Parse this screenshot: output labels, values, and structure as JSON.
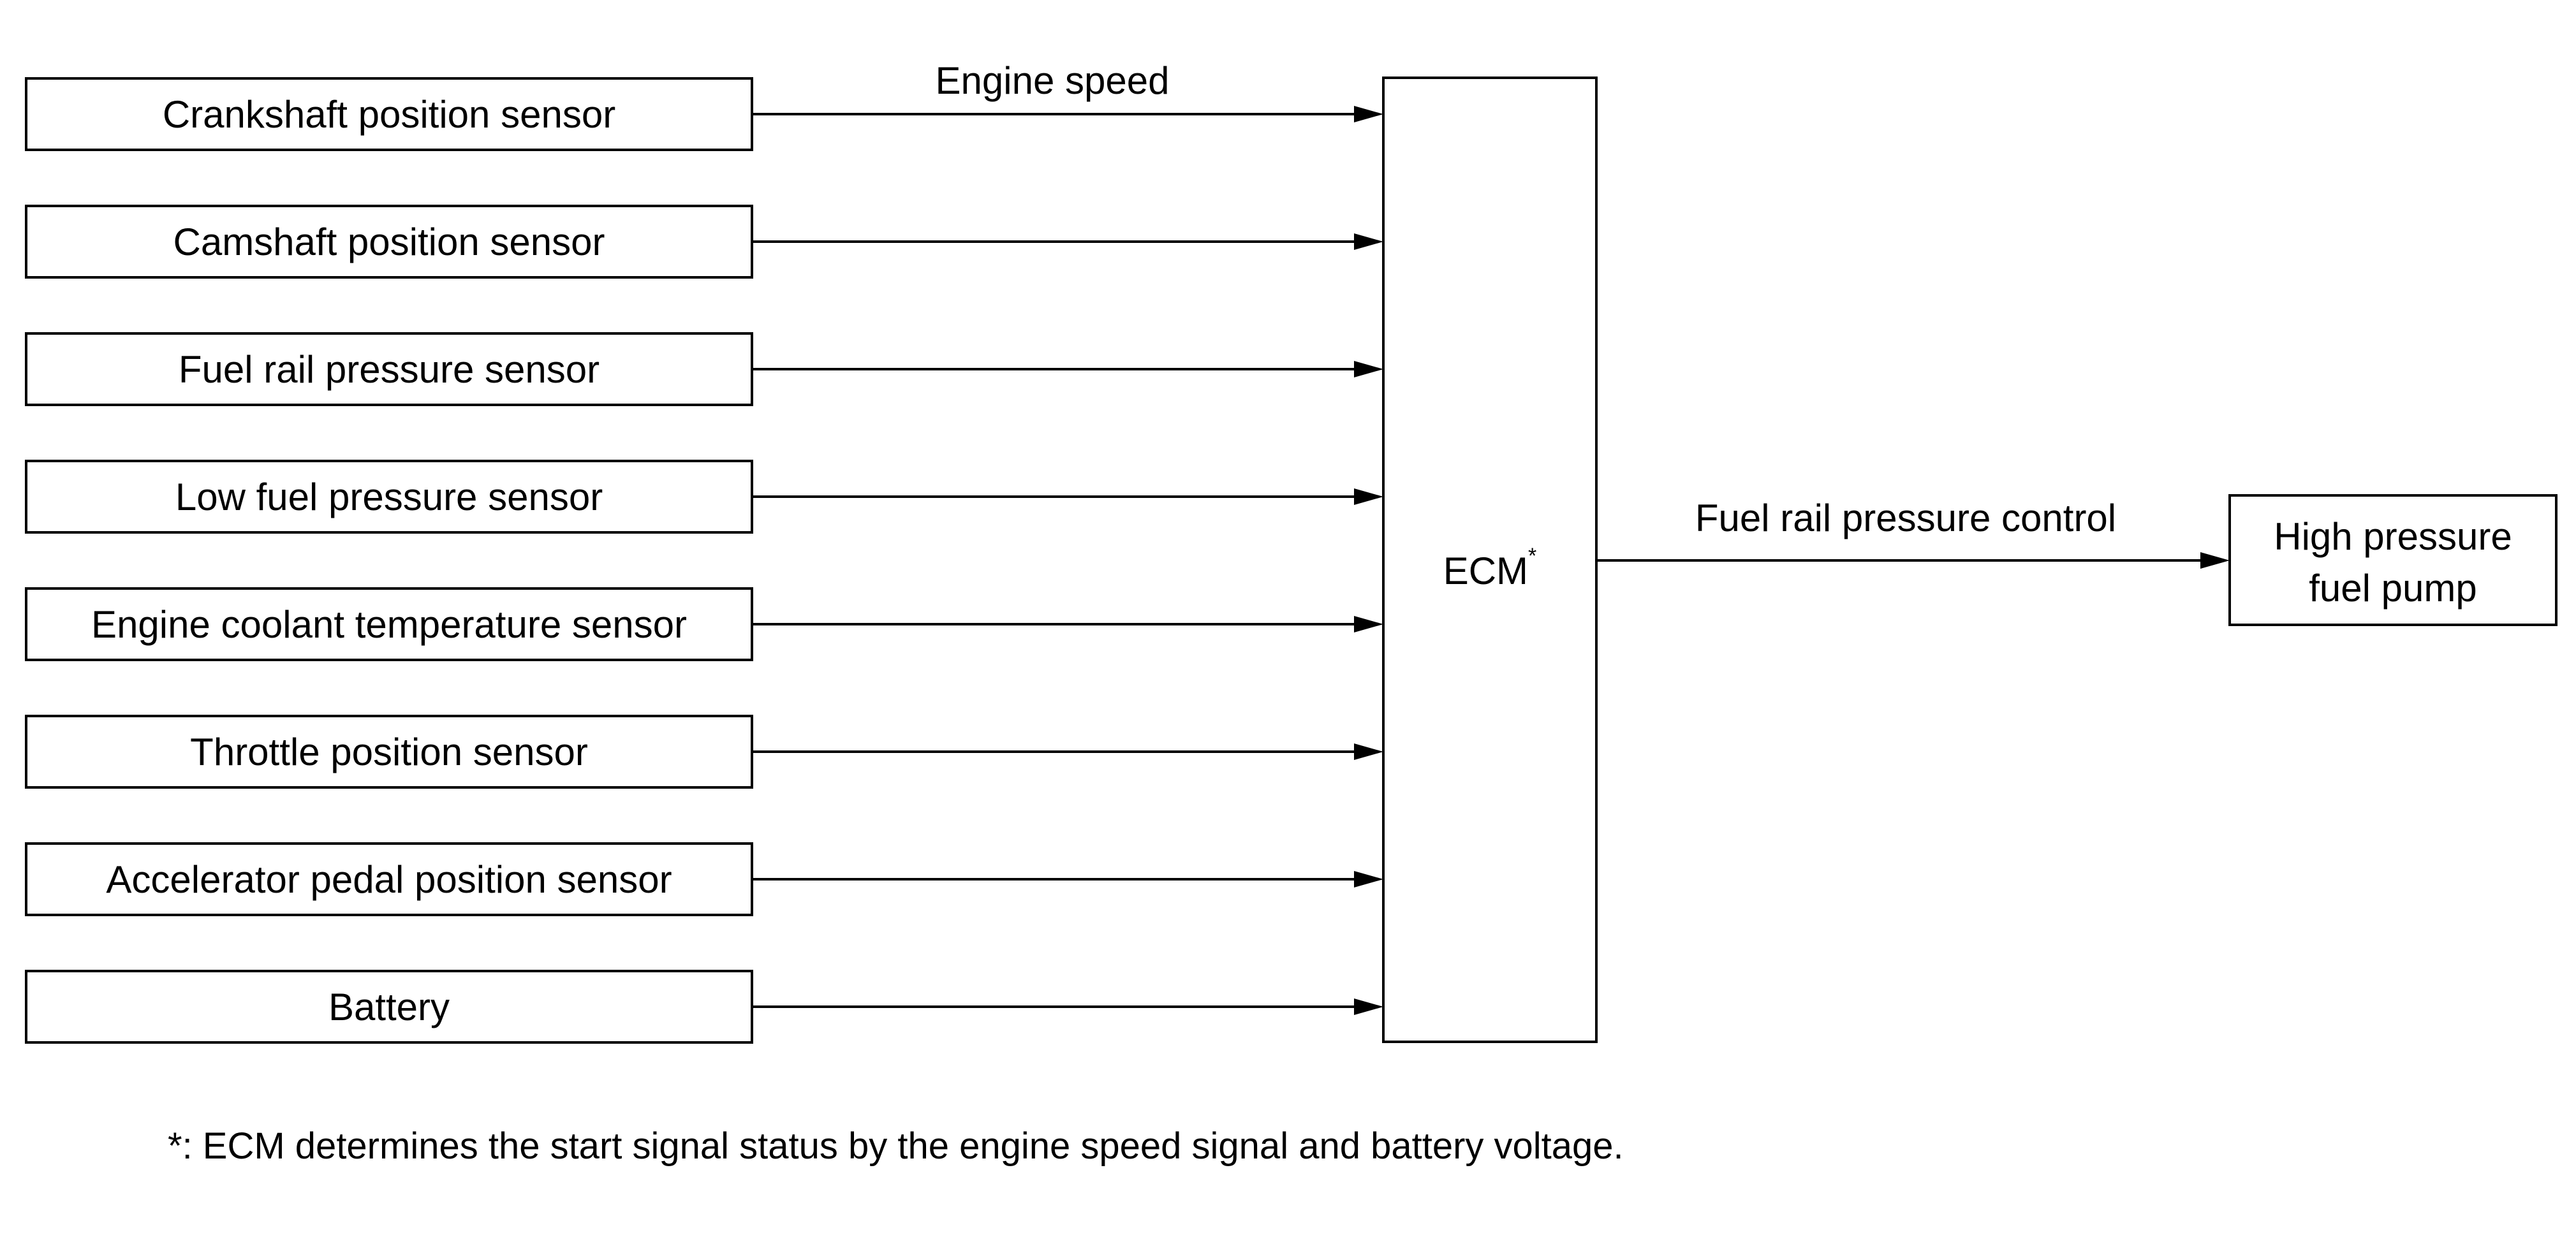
{
  "sensors": [
    {
      "label": "Crankshaft position sensor",
      "signal": "Engine speed"
    },
    {
      "label": "Camshaft position sensor",
      "signal": ""
    },
    {
      "label": "Fuel rail pressure sensor",
      "signal": ""
    },
    {
      "label": "Low fuel pressure sensor",
      "signal": ""
    },
    {
      "label": "Engine coolant temperature sensor",
      "signal": ""
    },
    {
      "label": "Throttle position sensor",
      "signal": ""
    },
    {
      "label": "Accelerator pedal position sensor",
      "signal": ""
    },
    {
      "label": "Battery",
      "signal": ""
    }
  ],
  "ecm": {
    "label": "ECM",
    "superscript": "*"
  },
  "output": {
    "signal": "Fuel rail pressure control",
    "actuator_lines": [
      "High pressure",
      "fuel pump"
    ]
  },
  "footnote": "*: ECM determines the start signal status by the engine speed signal and battery voltage.",
  "colors": {
    "line": "#000000",
    "background": "#ffffff"
  }
}
